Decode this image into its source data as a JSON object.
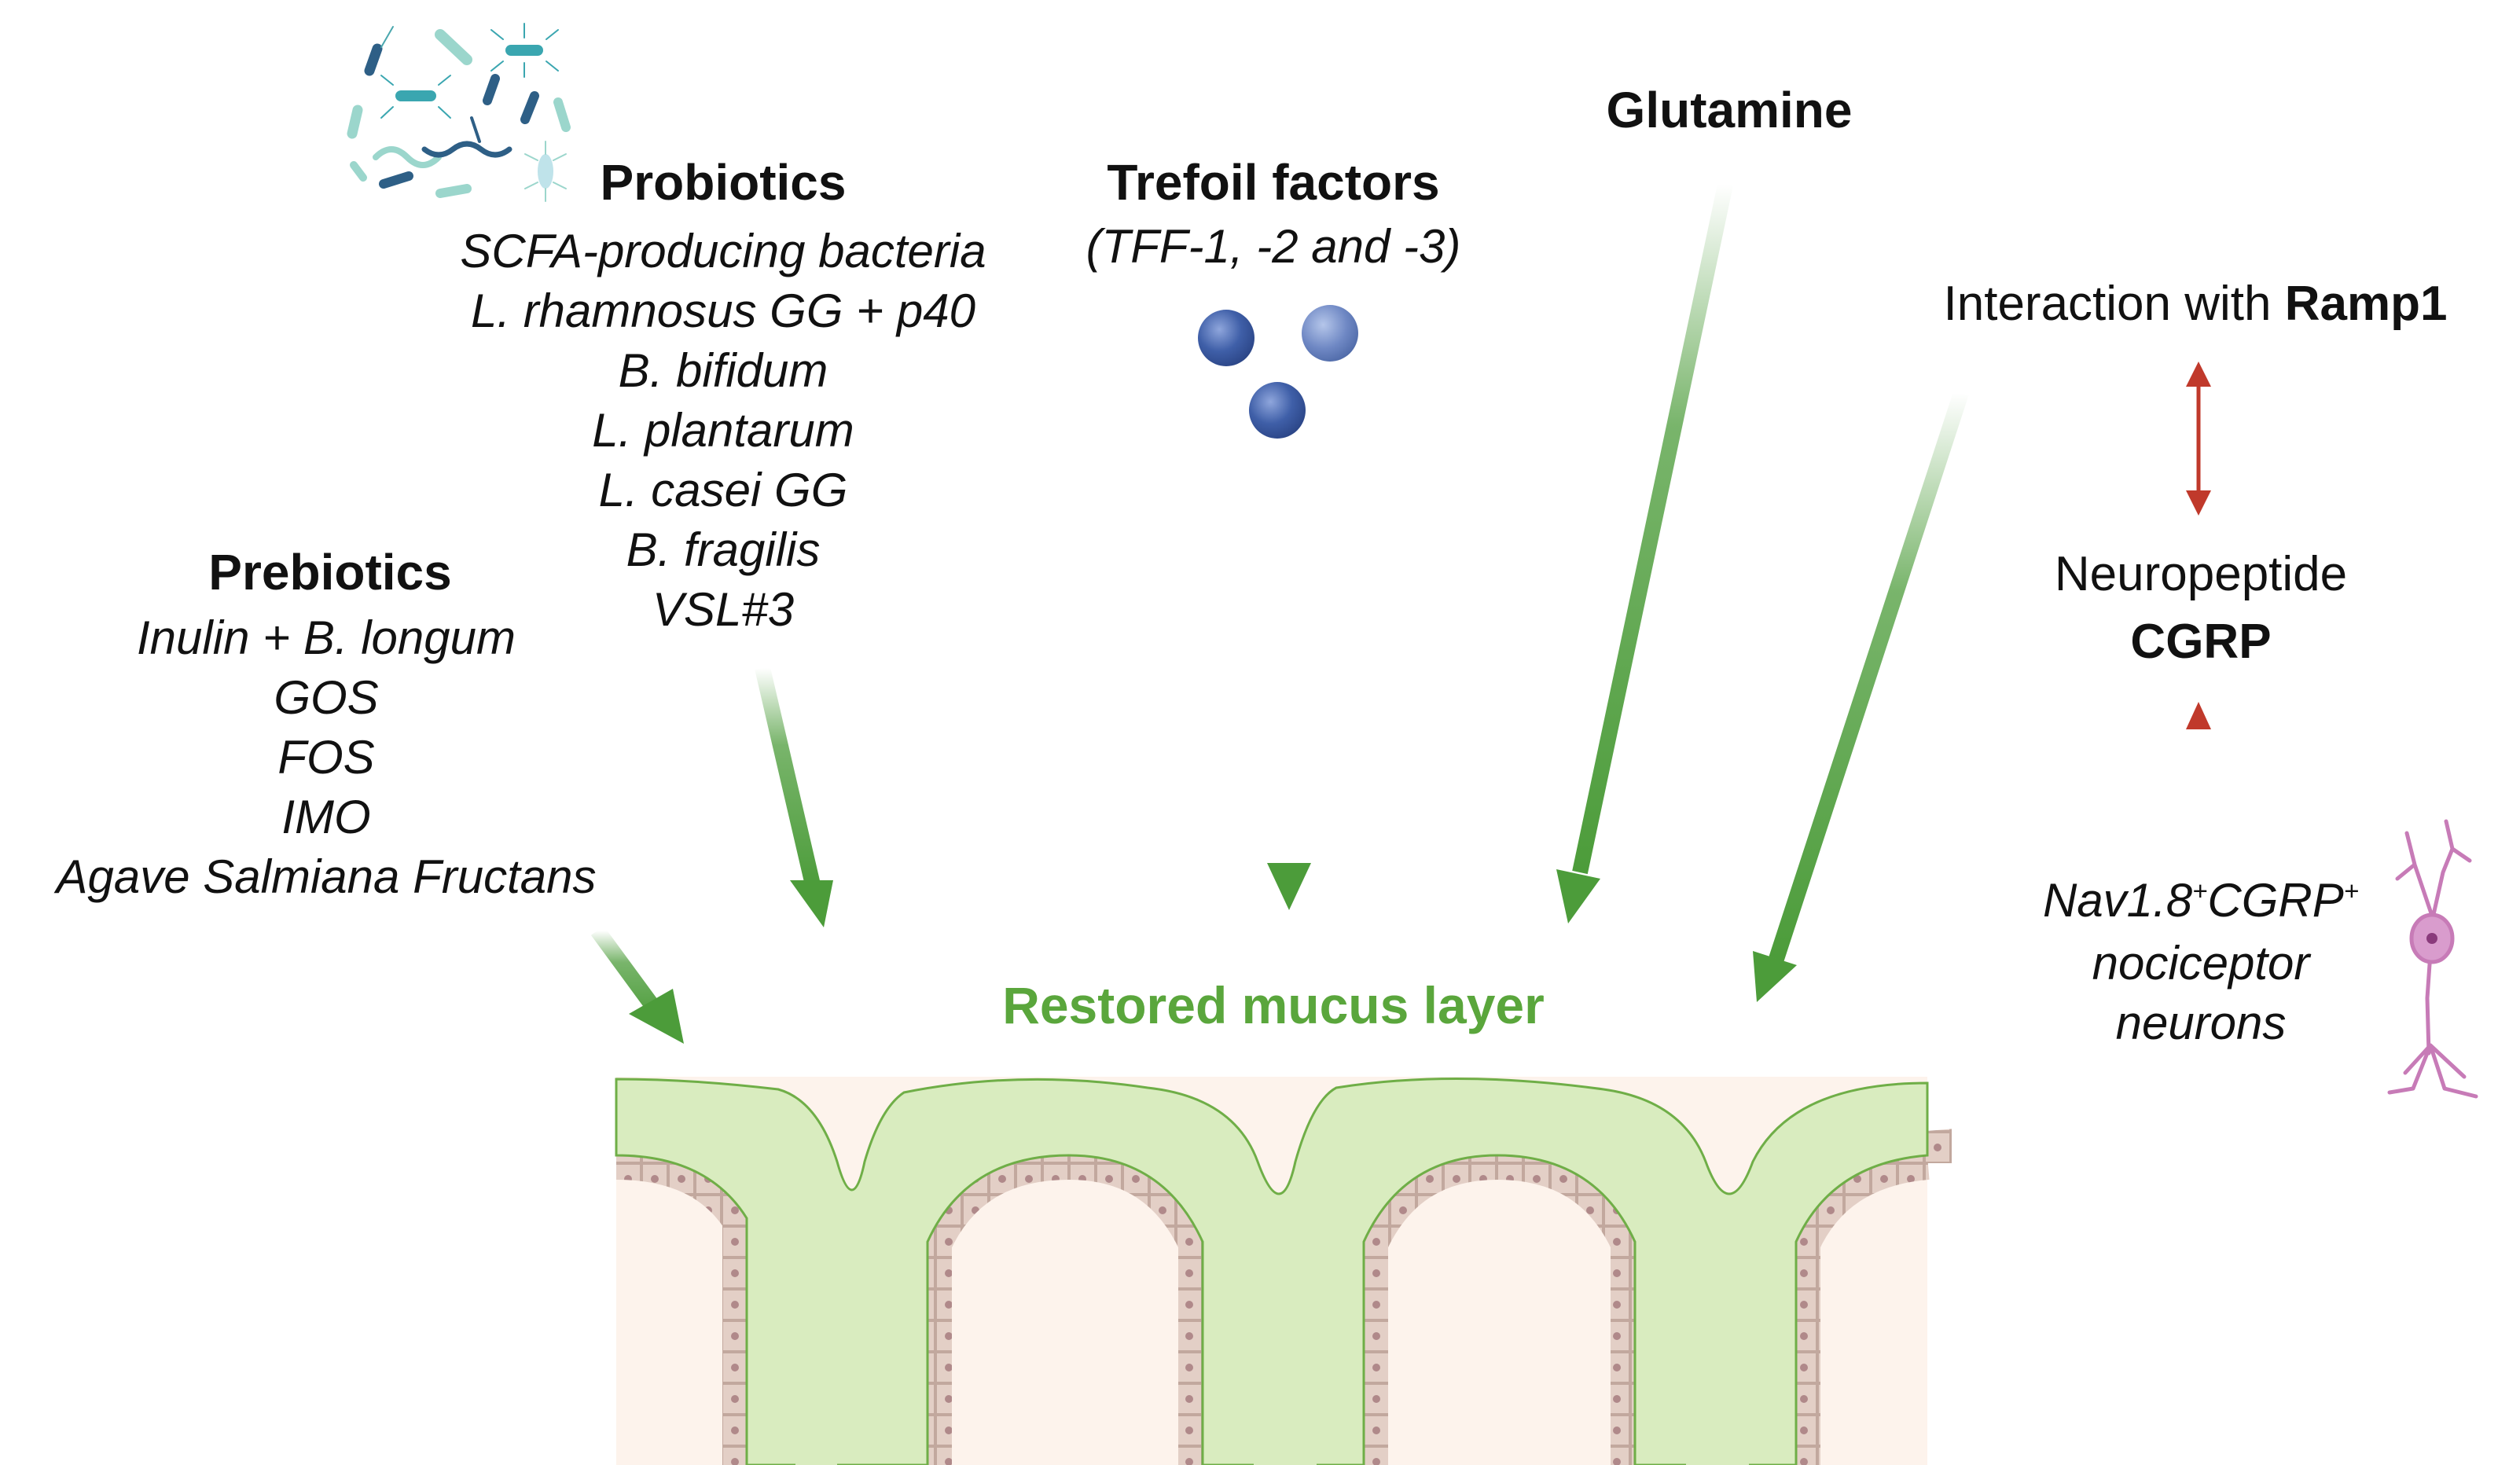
{
  "probiotics": {
    "title": "Probiotics",
    "items": [
      "SCFA-producing bacteria",
      "L. rhamnosus GG + p40",
      "B. bifidum",
      "L. plantarum",
      "L. casei GG",
      "B. fragilis",
      "VSL#3"
    ]
  },
  "prebiotics": {
    "title": "Prebiotics",
    "items": [
      "Inulin + B. longum",
      "GOS",
      "FOS",
      "IMO",
      "Agave Salmiana Fructans"
    ]
  },
  "trefoil": {
    "title": "Trefoil factors",
    "subtitle": "(TFF-1, -2 and -3)"
  },
  "glutamine": {
    "title": "Glutamine"
  },
  "ramp1": {
    "prefix": "Interaction with ",
    "bold": "Ramp1"
  },
  "cgrp": {
    "line1": "Neuropeptide",
    "line2": "CGRP"
  },
  "neurons": {
    "nav": "Nav1.8",
    "sup1": "+",
    "cgrp": "CGRP",
    "sup2": "+",
    "line2": "nociceptor",
    "line3": "neurons"
  },
  "mucus_label": "Restored mucus layer",
  "colors": {
    "green_arrow": "#4c9c3a",
    "green_text": "#5aa63c",
    "mucus": "#d9ecbf",
    "red_arrow": "#c0392b",
    "sphere": "#3f5fa8",
    "tissue": "#fdf3ec",
    "cells": "#dcc6bd",
    "neuron": "#c77bb7",
    "bacteria": "#3aa6b0"
  },
  "icons": [
    "bacteria-cluster-icon",
    "trefoil-sphere-icon",
    "nociceptor-neuron-icon"
  ]
}
